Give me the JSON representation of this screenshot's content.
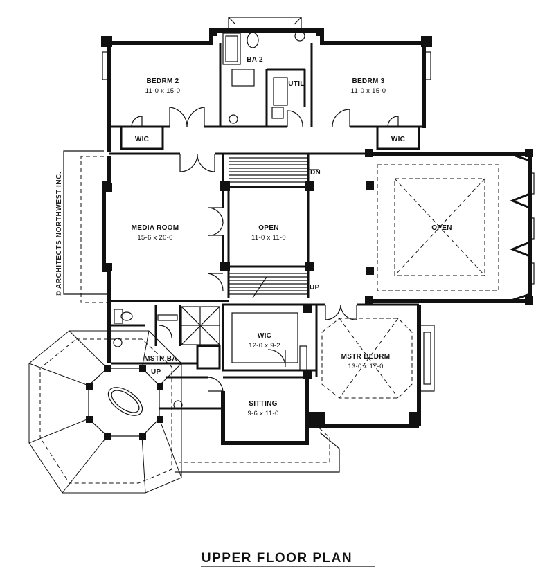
{
  "credit": "© ARCHITECTS NORTHWEST INC.",
  "plan_title": "UPPER FLOOR PLAN",
  "rooms": {
    "bedrm2": {
      "name": "BEDRM 2",
      "size": "11-0 x 15-0"
    },
    "bedrm3": {
      "name": "BEDRM 3",
      "size": "11-0 x 15-0"
    },
    "ba2": {
      "name": "BA 2"
    },
    "util": {
      "name": "UTIL"
    },
    "wic_left": {
      "name": "WIC"
    },
    "wic_right": {
      "name": "WIC"
    },
    "media": {
      "name": "MEDIA ROOM",
      "size": "15-6 x 20-0"
    },
    "open_center": {
      "name": "OPEN",
      "size": "11-0 x 11-0"
    },
    "open_right": {
      "name": "OPEN"
    },
    "wic_master": {
      "name": "WIC",
      "size": "12-0 x 9-2"
    },
    "mstr_bedrm": {
      "name": "MSTR BEDRM",
      "size": "13-0 x 17-0"
    },
    "mstr_ba": {
      "name": "MSTR BA"
    },
    "sitting": {
      "name": "SITTING",
      "size": "9-6 x 11-0"
    }
  },
  "stair_labels": {
    "down": "DN",
    "up_main": "UP",
    "up_bath": "UP"
  }
}
